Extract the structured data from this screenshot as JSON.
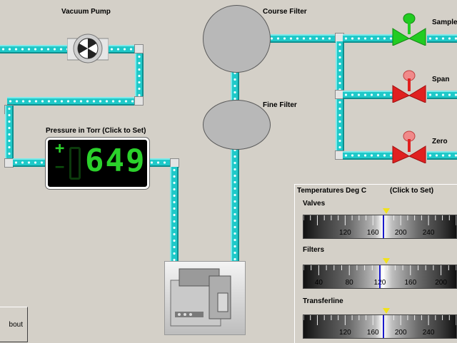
{
  "labels": {
    "vacuum_pump": "Vacuum Pump",
    "course_filter": "Course Filter",
    "fine_filter": "Fine Filter",
    "pressure": "Pressure in Torr  (Click to Set)",
    "sample": "Sample",
    "span": "Span",
    "zero": "Zero"
  },
  "pressure_display": {
    "sign_plus": "+",
    "sign_minus": "−",
    "value": "649"
  },
  "temperatures": {
    "title": "Temperatures Deg C",
    "click_to_set": "(Click to Set)",
    "gauges": [
      {
        "name": "Valves",
        "ticks": [
          "120",
          "160",
          "200",
          "240"
        ],
        "value": 175
      },
      {
        "name": "Filters",
        "ticks": [
          "40",
          "80",
          "120",
          "160",
          "200"
        ],
        "value": 120
      },
      {
        "name": "Transferline",
        "ticks": [
          "120",
          "160",
          "200",
          "240"
        ],
        "value": 175
      }
    ]
  },
  "about_label": "bout",
  "valve_colors": {
    "sample": "#22cc22",
    "span": "#e02020",
    "zero": "#e02020"
  }
}
